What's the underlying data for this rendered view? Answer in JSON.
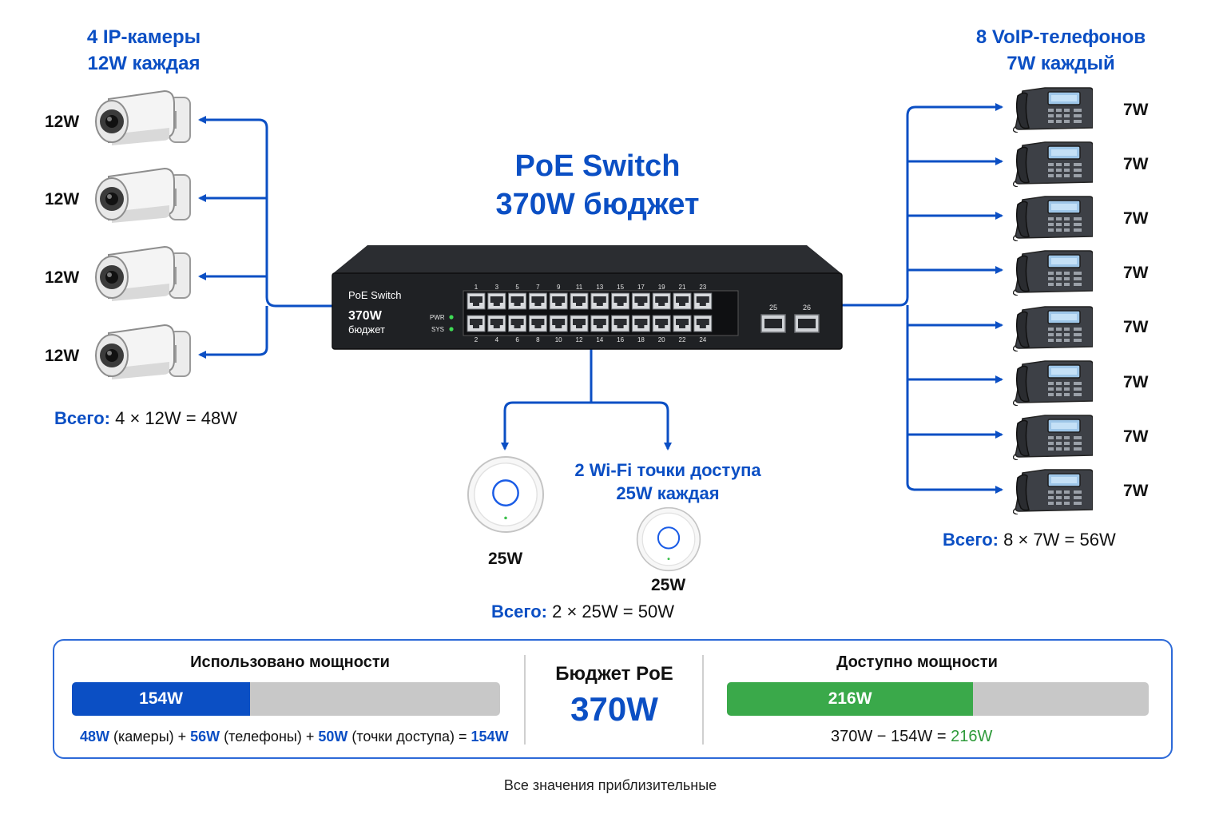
{
  "cameras": {
    "title1": "4 IP-камеры",
    "title2": "12W каждая",
    "items": [
      "12W",
      "12W",
      "12W",
      "12W"
    ],
    "total_label": "Всего:",
    "total_value": "4 × 12W = 48W"
  },
  "phones": {
    "title1": "8 VoIP-телефонов",
    "title2": "7W каждый",
    "items": [
      "7W",
      "7W",
      "7W",
      "7W",
      "7W",
      "7W",
      "7W",
      "7W"
    ],
    "total_label": "Всего:",
    "total_value": "8 × 7W = 56W"
  },
  "switch": {
    "title1": "PoE Switch",
    "title2": "370W бюджет",
    "face_name": "PoE Switch",
    "face_power": "370W",
    "face_budget": "бюджет",
    "led_pwr": "PWR",
    "led_sys": "SYS",
    "top_ports": [
      "1",
      "3",
      "5",
      "7",
      "9",
      "11",
      "13",
      "15",
      "17",
      "19",
      "21",
      "23"
    ],
    "bottom_ports": [
      "2",
      "4",
      "6",
      "8",
      "10",
      "12",
      "14",
      "16",
      "18",
      "20",
      "22",
      "24"
    ],
    "sfp_ports": [
      "25",
      "26"
    ]
  },
  "access_points": {
    "title1": "2 Wi-Fi точки доступа",
    "title2": "25W каждая",
    "items": [
      "25W",
      "25W"
    ],
    "total_label": "Всего:",
    "total_value": "2 × 25W = 50W"
  },
  "summary": {
    "used_title": "Использовано мощности",
    "used_value": "154W",
    "used_fraction": 0.4162,
    "used_note": {
      "p1": "48W",
      "t1": " (камеры) + ",
      "p2": "56W",
      "t2": " (телефоны) + ",
      "p3": "50W",
      "t3": " (точки доступа) = ",
      "p4": "154W"
    },
    "budget_title": "Бюджет PoE",
    "budget_value": "370W",
    "available_title": "Доступно мощности",
    "available_value": "216W",
    "available_fraction": 0.5838,
    "available_note_prefix": "370W − 154W = ",
    "available_note_value": "216W"
  },
  "footnote": "Все значения приблизительные",
  "colors": {
    "accent": "#0b4fc4",
    "used_bar": "#0b4fc4",
    "available_bar": "#3aa94a",
    "bar_track": "#c8c8c8"
  }
}
